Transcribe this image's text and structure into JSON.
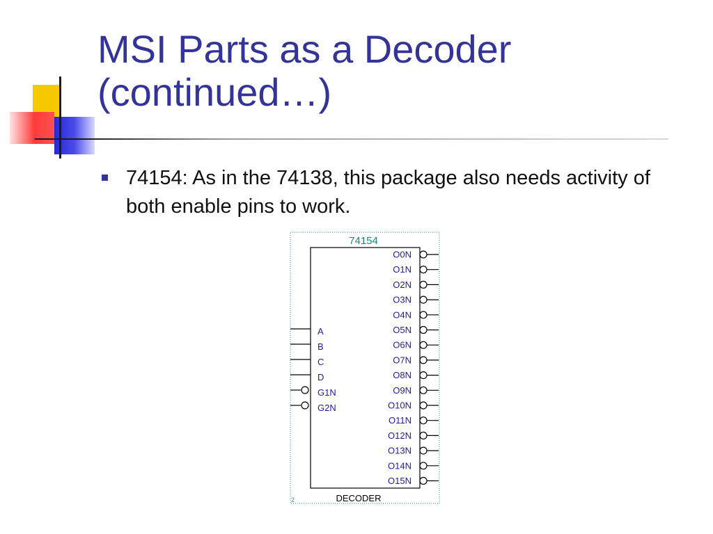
{
  "slide": {
    "title_line1": "MSI Parts as a Decoder",
    "title_line2": "(continued…)",
    "bullets": [
      {
        "text": "74154: As in the 74138, this package also needs activity of both enable pins to work."
      }
    ]
  },
  "schematic": {
    "part_number": "74154",
    "footer_label": "DECODER",
    "corner_mark": "2",
    "inputs": [
      "A",
      "B",
      "C",
      "D"
    ],
    "enables": [
      "G1N",
      "G2N"
    ],
    "outputs": [
      "O0N",
      "O1N",
      "O2N",
      "O3N",
      "O4N",
      "O5N",
      "O6N",
      "O7N",
      "O8N",
      "O9N",
      "O10N",
      "O11N",
      "O12N",
      "O13N",
      "O14N",
      "O15N"
    ],
    "colors": {
      "part_number": "#1a8a7a",
      "pin_label": "#2020a0",
      "frame": "#2a8a9a"
    }
  },
  "theme": {
    "title_color": "#333399",
    "bullet_color": "#3333a0"
  }
}
